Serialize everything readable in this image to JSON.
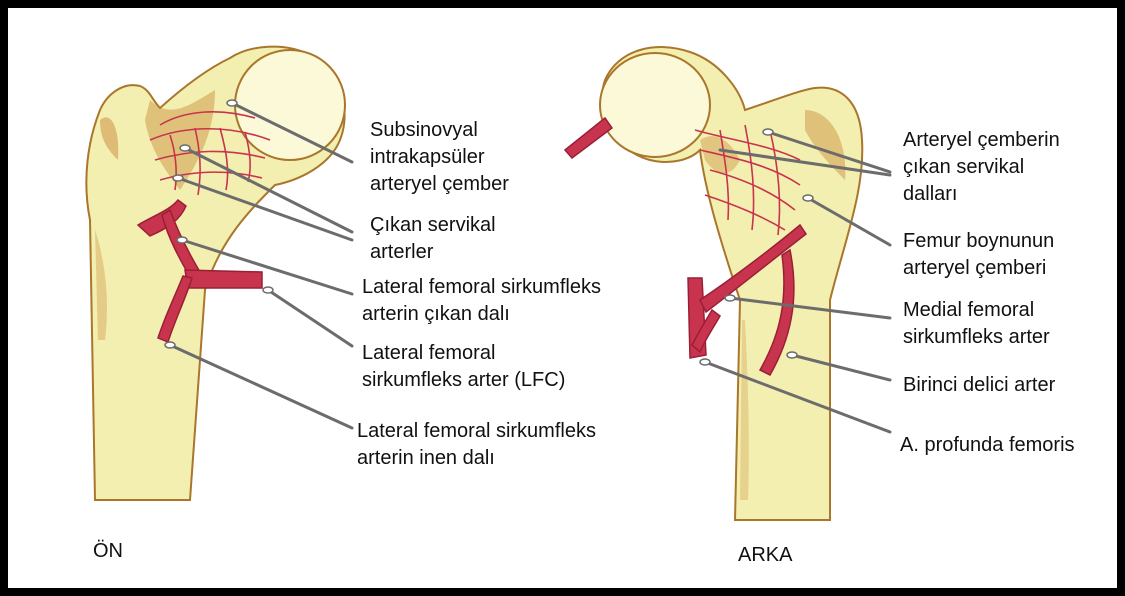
{
  "colors": {
    "bone_fill": "#f3efb0",
    "bone_light": "#fbf9d8",
    "bone_shadow": "#c98a3a",
    "artery": "#c8344e",
    "artery_dark": "#9a1f36",
    "leader": "#6c6c6c",
    "frame": "#000000"
  },
  "views": {
    "front": {
      "title": "ÖN"
    },
    "back": {
      "title": "ARKA"
    }
  },
  "labels_front": [
    {
      "id": "subsinovyal",
      "lines": [
        "Subsinovyal",
        "intrakapsüler",
        "arteryel çember"
      ]
    },
    {
      "id": "cikan-servikal",
      "lines": [
        "Çıkan servikal",
        "arterler"
      ]
    },
    {
      "id": "lfc-cikan",
      "lines": [
        "Lateral femoral sirkumfleks",
        "arterin çıkan dalı"
      ]
    },
    {
      "id": "lfc",
      "lines": [
        "Lateral femoral",
        "sirkumfleks arter (LFC)"
      ]
    },
    {
      "id": "lfc-inen",
      "lines": [
        "Lateral femoral sirkumfleks",
        "arterin inen dalı"
      ]
    }
  ],
  "labels_back": [
    {
      "id": "cember-cikan",
      "lines": [
        "Arteryel çemberin",
        "çıkan servikal",
        "dalları"
      ]
    },
    {
      "id": "femur-boynu",
      "lines": [
        "Femur boynunun",
        "arteryel çemberi"
      ]
    },
    {
      "id": "mfc",
      "lines": [
        "Medial femoral",
        "sirkumfleks arter"
      ]
    },
    {
      "id": "birinci-delici",
      "lines": [
        "Birinci delici arter"
      ]
    },
    {
      "id": "profunda",
      "lines": [
        "A. profunda femoris"
      ]
    }
  ]
}
